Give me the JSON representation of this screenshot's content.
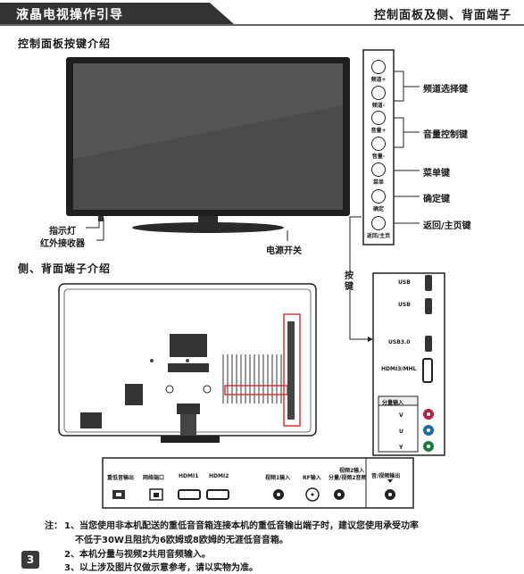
{
  "header": {
    "title": "液晶电视操作引导",
    "right_title": "控制面板及侧、背面端子"
  },
  "section_panel": "控制面板按键介绍",
  "section_ports": "侧、背面端子介绍",
  "tv_labels": {
    "indicator": "指示灯",
    "ir": "红外接收器",
    "power": "电源开关"
  },
  "button_strip_label": [
    "按",
    "键"
  ],
  "buttons": [
    "频道+",
    "频道-",
    "音量+",
    "音量-",
    "菜单",
    "确定",
    "返回/主页"
  ],
  "button_callouts": [
    "频道选择键",
    "音量控制键",
    "菜单键",
    "确定键",
    "返回/主页键"
  ],
  "side_ports": {
    "usb1": "USB",
    "usb2": "USB",
    "usb3": "USB3.0",
    "hdmi3": "HDMI3/MHL",
    "component_title": "分量输入",
    "v": "V",
    "u": "U",
    "y": "Y"
  },
  "bottom_ports": {
    "subwoofer": "重低音输出",
    "network": "网络端口",
    "hdmi1": "HDMI1",
    "hdmi2": "HDMI2",
    "video1": "视频1输入",
    "rf": "RF输入",
    "component_video2": "分量/视频2音频",
    "video2_input": "视频2输入",
    "av_out": "音/视频输出"
  },
  "notes": {
    "prefix": "注：",
    "n1a": "1、当您使用非本机配送的重低音音箱连接本机的重低音输出端子时，建议您使用承受功率",
    "n1b": "不低于30W且阻抗为6欧姆或8欧姆的无涯低音音箱。",
    "n2": "2、本机分量与视频2共用音频输入。",
    "n3": "3、以上涉及图片仅做示意参考，请以实物为准。"
  },
  "page_number": "3"
}
